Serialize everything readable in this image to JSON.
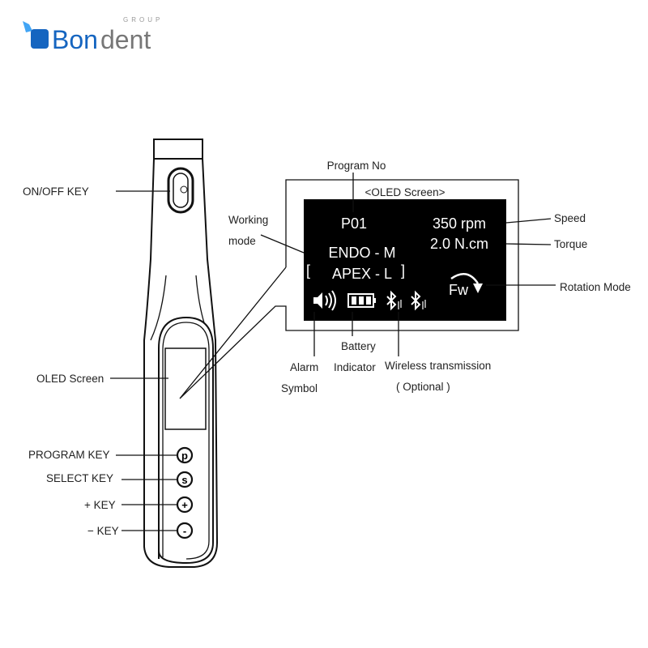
{
  "logo": {
    "brand": "Bondent",
    "brand_part1": "Bon",
    "brand_part2": "dent",
    "group": "GROUP",
    "colors": {
      "blue": "#1565c0",
      "light_blue": "#42a5f5",
      "gray": "#777777"
    }
  },
  "device_labels": {
    "on_off_key": "ON/OFF KEY",
    "oled_screen": "OLED Screen",
    "program_key": "PROGRAM KEY",
    "select_key": "SELECT KEY",
    "plus_key": "+ KEY",
    "minus_key": "− KEY"
  },
  "buttons": {
    "program": "p",
    "select": "s",
    "plus": "+",
    "minus": "-"
  },
  "screen_panel": {
    "title": "<OLED Screen>",
    "program_no_label": "Program No",
    "program": "P01",
    "speed_value": "350 rpm",
    "torque_value": "2.0 N.cm",
    "mode_line1": "ENDO - M",
    "mode_line2": "APEX - L",
    "rotation": "Fw",
    "bracket_open": "[",
    "bracket_close": "]"
  },
  "callouts": {
    "working_mode_1": "Working",
    "working_mode_2": "mode",
    "speed": "Speed",
    "torque": "Torque",
    "rotation_mode": "Rotation Mode",
    "alarm_1": "Alarm",
    "alarm_2": "Symbol",
    "battery_1": "Battery",
    "battery_2": "Indicator",
    "wireless_1": "Wireless transmission",
    "wireless_2": "( Optional )"
  }
}
